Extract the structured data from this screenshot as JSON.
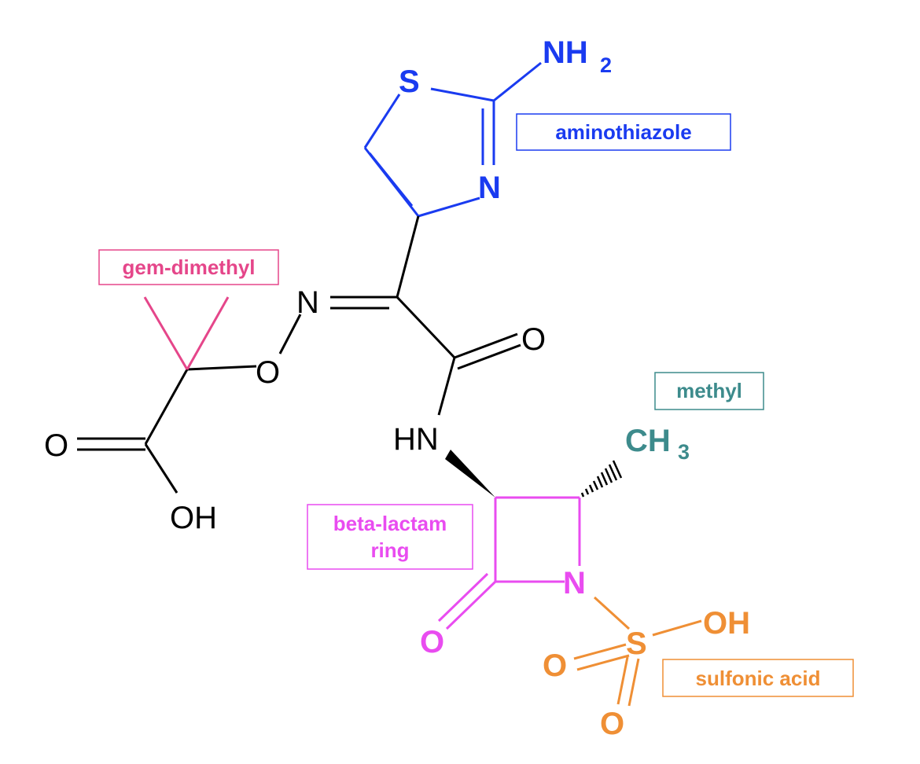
{
  "colors": {
    "black": "#000000",
    "aminothiazole": "#1a3bf0",
    "gem_dimethyl": "#e5468a",
    "methyl": "#3d8b8c",
    "beta_lactam": "#e94cf0",
    "sulfonic_acid": "#ef8f35"
  },
  "atoms": {
    "s_thiazole": "S",
    "nh2_n": "NH",
    "nh2_sub": "2",
    "n_thiazole": "N",
    "n_oxime": "N",
    "o_oxime": "O",
    "o_amide": "O",
    "hn_amide": "HN",
    "o_carbonyl_acid": "O",
    "oh_acid": "OH",
    "ch3_c": "CH",
    "ch3_sub": "3",
    "n_lactam": "N",
    "o_lactam": "O",
    "s_sulfonic": "S",
    "oh_sulfonic": "OH",
    "o_sulfonic_left": "O",
    "o_sulfonic_bottom": "O"
  },
  "labels": {
    "aminothiazole": "aminothiazole",
    "gem_dimethyl": "gem-dimethyl",
    "methyl": "methyl",
    "beta_lactam_line1": "beta-lactam",
    "beta_lactam_line2": "ring",
    "sulfonic_acid": "sulfonic acid"
  }
}
